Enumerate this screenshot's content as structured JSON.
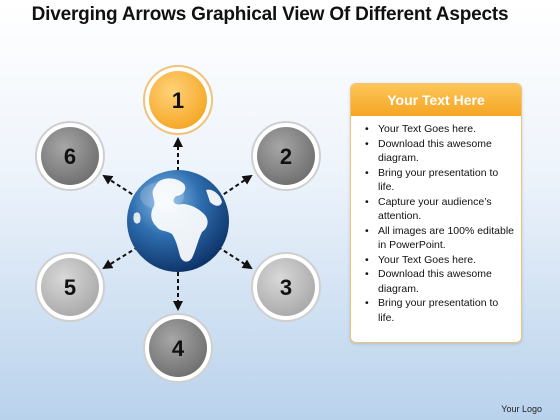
{
  "title": "Diverging Arrows Graphical View Of Different Aspects",
  "diagram": {
    "center_icon": "globe-icon",
    "nodes": [
      {
        "label": "1",
        "color": "#f5a623",
        "highlighted": true
      },
      {
        "label": "2",
        "color": "#7f7f7f",
        "highlighted": false
      },
      {
        "label": "3",
        "color": "#b8b8b8",
        "highlighted": false
      },
      {
        "label": "4",
        "color": "#7f7f7f",
        "highlighted": false
      },
      {
        "label": "5",
        "color": "#b8b8b8",
        "highlighted": false
      },
      {
        "label": "6",
        "color": "#7f7f7f",
        "highlighted": false
      }
    ],
    "arrow_icon": "dashed-arrow-icon"
  },
  "card": {
    "header": "Your Text Here",
    "header_color": "#f5a623",
    "items": [
      "Your Text Goes here.",
      "Download this awesome diagram.",
      "Bring your presentation to life.",
      "Capture your audience’s attention.",
      "All images are 100% editable in PowerPoint.",
      "Your Text Goes here.",
      "Download this awesome diagram.",
      "Bring your presentation to life."
    ]
  },
  "footer": {
    "logo": "Your Logo"
  }
}
